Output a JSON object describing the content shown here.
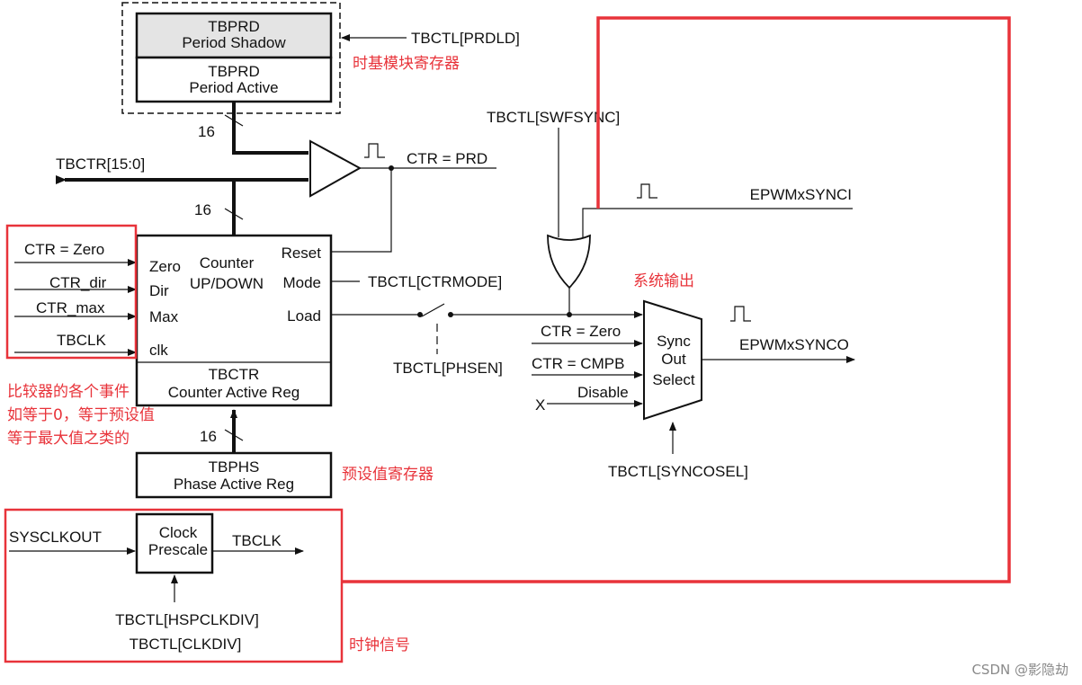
{
  "prd_block": {
    "shadow_title": "TBPRD",
    "shadow_sub": "Period Shadow",
    "active_title": "TBPRD",
    "active_sub": "Period Active",
    "load_signal": "TBCTL[PRDLD]",
    "note_cn": "时基模块寄存器"
  },
  "bus": {
    "width_top": "16",
    "width_mid": "16",
    "width_bottom": "16",
    "counter_out": "TBCTR[15:0]"
  },
  "compare": {
    "output": "CTR = PRD"
  },
  "counter": {
    "label1": "Counter",
    "label2": "UP/DOWN",
    "in_zero": "Zero",
    "in_dir": "Dir",
    "in_max": "Max",
    "in_clk": "clk",
    "out_reset": "Reset",
    "out_mode": "Mode",
    "out_load": "Load",
    "reg_title": "TBCTR",
    "reg_sub": "Counter Active Reg",
    "sig_zero": "CTR = Zero",
    "sig_dir": "CTR_dir",
    "sig_max": "CTR_max",
    "sig_clk": "TBCLK",
    "mode_signal": "TBCTL[CTRMODE]",
    "phsen_signal": "TBCTL[PHSEN]",
    "note_cn_1": "比较器的各个事件",
    "note_cn_2": "如等于0，等于预设值",
    "note_cn_3": "等于最大值之类的"
  },
  "phase": {
    "title": "TBPHS",
    "sub": "Phase Active Reg",
    "note_cn": "预设值寄存器"
  },
  "sync": {
    "swfsync": "TBCTL[SWFSYNC]",
    "synci": "EPWMxSYNCI",
    "sys_note_cn": "系统输出",
    "in_zero": "CTR = Zero",
    "in_cmpb": "CTR = CMPB",
    "in_disable": "Disable",
    "in_x": "X",
    "mux_l1": "Sync",
    "mux_l2": "Out",
    "mux_l3": "Select",
    "output": "EPWMxSYNCO",
    "sel_signal": "TBCTL[SYNCOSEL]"
  },
  "clock": {
    "input": "SYSCLKOUT",
    "block_l1": "Clock",
    "block_l2": "Prescale",
    "output": "TBCLK",
    "div1": "TBCTL[HSPCLKDIV]",
    "div2": "TBCTL[CLKDIV]",
    "note_cn": "时钟信号"
  },
  "watermark": "CSDN @影隐劫",
  "colors": {
    "highlight": "#e8333a",
    "line": "#111111",
    "shadow_fill": "#e4e4e4"
  }
}
